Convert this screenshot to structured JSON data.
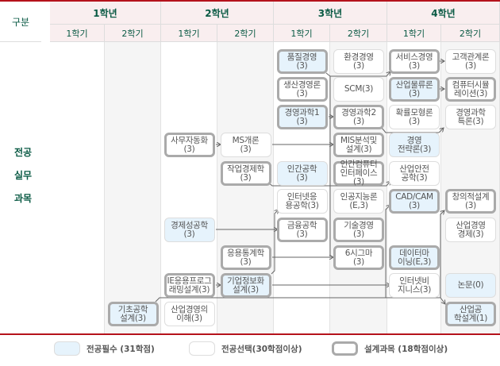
{
  "header": {
    "category": "구분",
    "years": [
      "1학년",
      "2학년",
      "3학년",
      "4학년"
    ],
    "semesters": [
      "1학기",
      "2학기",
      "1학기",
      "2학기",
      "1학기",
      "2학기",
      "1학기",
      "2학기"
    ]
  },
  "side_label": [
    "전공",
    "실무",
    "과목"
  ],
  "courses": [
    {
      "name": "품질경영\n(3)",
      "type": "req design"
    },
    {
      "name": "생산경영론\n(3)",
      "type": "design"
    },
    {
      "name": "경영과학1\n(3)",
      "type": "req design"
    },
    {
      "name": "인간공학\n(3)",
      "type": "req"
    },
    {
      "name": "인터넷응\n용공학(3)",
      "type": ""
    },
    {
      "name": "금융공학\n(3)",
      "type": "design"
    },
    {
      "name": "환경경영\n(3)",
      "type": ""
    },
    {
      "name": "SCM(3)",
      "type": ""
    },
    {
      "name": "경영과학2\n(3)",
      "type": "design"
    },
    {
      "name": "MIS분석및\n설계(3)",
      "type": "design"
    },
    {
      "name": "인간컴퓨터\n인터페이스(3)",
      "type": "design"
    },
    {
      "name": "인공지능론\n(E,3)",
      "type": ""
    },
    {
      "name": "기술경영\n(3)",
      "type": "design"
    },
    {
      "name": "6시그마\n(3)",
      "type": "design"
    },
    {
      "name": "서비스경영\n(3)",
      "type": "design"
    },
    {
      "name": "산업물류론\n(3)",
      "type": "req design"
    },
    {
      "name": "확률모형론\n(3)",
      "type": ""
    },
    {
      "name": "경영\n전략론(3)",
      "type": "req"
    },
    {
      "name": "산업안전\n공학(3)",
      "type": ""
    },
    {
      "name": "CAD/CAM\n(3)",
      "type": "req design"
    },
    {
      "name": "데이터마\n이닝(E,3)",
      "type": "req design"
    },
    {
      "name": "인터넷비\n지니스(3)",
      "type": ""
    },
    {
      "name": "고객관계론\n(3)",
      "type": ""
    },
    {
      "name": "컴퓨터시뮬\n레이션(3)",
      "type": "design"
    },
    {
      "name": "경영과학\n특론(3)",
      "type": ""
    },
    {
      "name": "창의적설계\n(3)",
      "type": "design"
    },
    {
      "name": "산업경영\n경제(3)",
      "type": ""
    },
    {
      "name": "논문(0)",
      "type": "req"
    },
    {
      "name": "산업공\n학설계(1)",
      "type": "req design"
    },
    {
      "name": "사무자동화\n(3)",
      "type": "design"
    },
    {
      "name": "경제성공학\n(3)",
      "type": "req"
    },
    {
      "name": "IE응용프로그\n래밍설계(3)",
      "type": "design"
    },
    {
      "name": "산업경영의\n이해(3)",
      "type": ""
    },
    {
      "name": "MS개론\n(3)",
      "type": ""
    },
    {
      "name": "작업경제학\n(3)",
      "type": "design"
    },
    {
      "name": "응용통계학\n(3)",
      "type": "design"
    },
    {
      "name": "기업정보화\n설계(3)",
      "type": "req design"
    },
    {
      "name": "기초공학\n설계(3)",
      "type": "req design"
    }
  ],
  "legend": [
    {
      "label": "전공필수 (31학점)",
      "type": "req"
    },
    {
      "label": "전공선택(30학점이상)",
      "type": ""
    },
    {
      "label": "설계과목 (18학점이상)",
      "type": "design"
    }
  ]
}
